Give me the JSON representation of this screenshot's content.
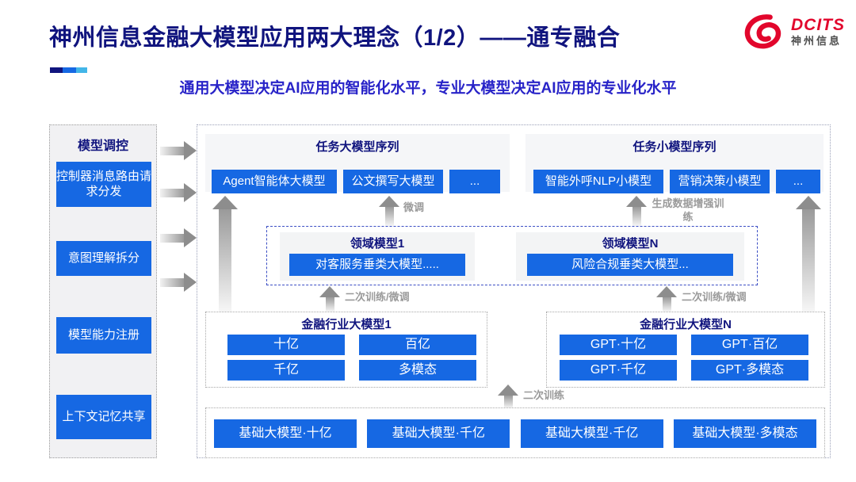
{
  "page": {
    "title": "神州信息金融大模型应用两大理念（1/2）——通专融合",
    "subtitle": "通用大模型决定AI应用的智能化水平，专业大模型决定AI应用的专业化水平"
  },
  "logo": {
    "brand": "DCITS",
    "company": "神州信息",
    "icon": "dcits-swirl-icon",
    "brand_color": "#e2062c"
  },
  "colors": {
    "title_navy": "#10147e",
    "subtitle_blue": "#2823c8",
    "node_blue": "#1668e3",
    "accent_cyan": "#43b6e8",
    "arrow_gray": "#9a9a9a",
    "domain_border_blue": "#3b4ec4"
  },
  "sidebar": {
    "title": "模型调控",
    "items": [
      "控制器消息路由请求分发",
      "意图理解拆分",
      "模型能力注册",
      "上下文记忆共享"
    ]
  },
  "flow_labels": {
    "fine_tune": "微调",
    "gen_data_train": "生成数据增强训练",
    "retrain_or_finetune": "二次训练/微调",
    "retrain": "二次训练"
  },
  "task_large_models": {
    "title": "任务大模型序列",
    "items": [
      "Agent智能体大模型",
      "公文撰写大模型",
      "..."
    ]
  },
  "task_small_models": {
    "title": "任务小模型序列",
    "items": [
      "智能外呼NLP小模型",
      "营销决策小模型",
      "..."
    ]
  },
  "domain_models": {
    "left": {
      "title": "领域模型1",
      "model": "对客服务垂类大模型....."
    },
    "right": {
      "title": "领域模型N",
      "model": "风险合规垂类大模型..."
    }
  },
  "industry_models": {
    "left": {
      "title": "金融行业大模型1",
      "items": [
        "十亿",
        "百亿",
        "千亿",
        "多模态"
      ]
    },
    "right": {
      "title": "金融行业大模型N",
      "items": [
        "GPT·十亿",
        "GPT·百亿",
        "GPT·千亿",
        "GPT·多模态"
      ]
    }
  },
  "base_models": {
    "items": [
      "基础大模型·十亿",
      "基础大模型·千亿",
      "基础大模型·千亿",
      "基础大模型·多模态"
    ]
  }
}
